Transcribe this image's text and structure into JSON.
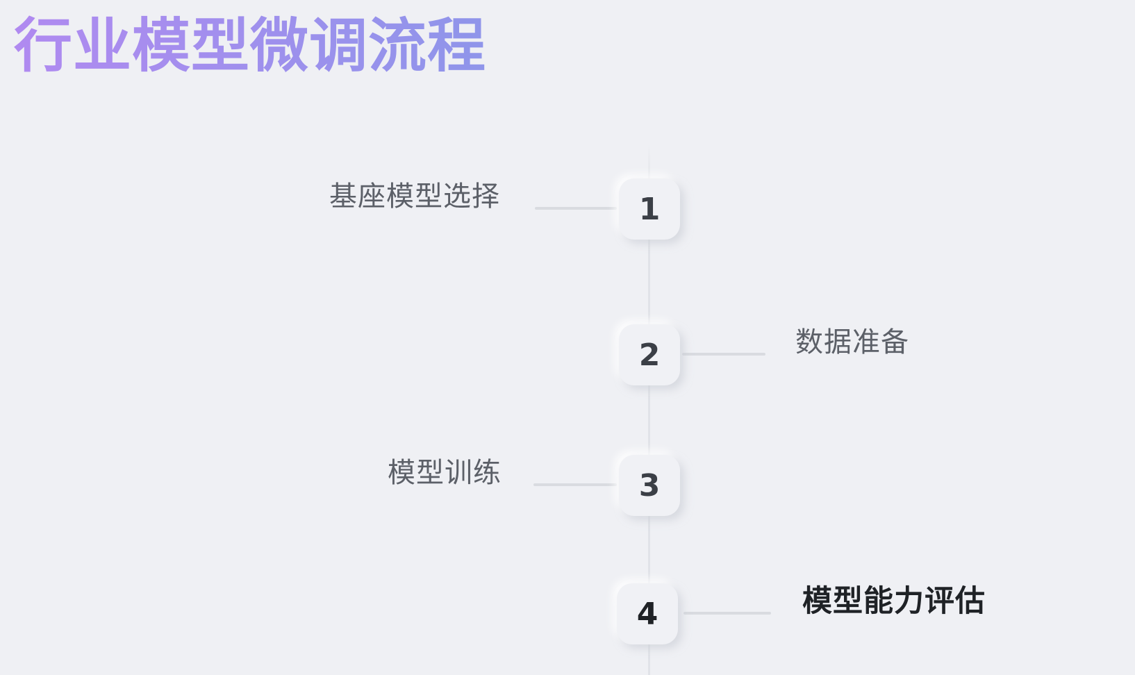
{
  "title": "行业模型微调流程",
  "steps": [
    {
      "number": "1",
      "label": "基座模型选择"
    },
    {
      "number": "2",
      "label": "数据准备"
    },
    {
      "number": "3",
      "label": "模型训练"
    },
    {
      "number": "4",
      "label": "模型能力评估"
    }
  ],
  "colors": {
    "background": "#eff0f4",
    "title_gradient_start": "#b08af0",
    "title_gradient_end": "#8f95ea",
    "connector": "#d9dbe0",
    "label_text": "#5c6068",
    "active_text": "#1f2226"
  }
}
